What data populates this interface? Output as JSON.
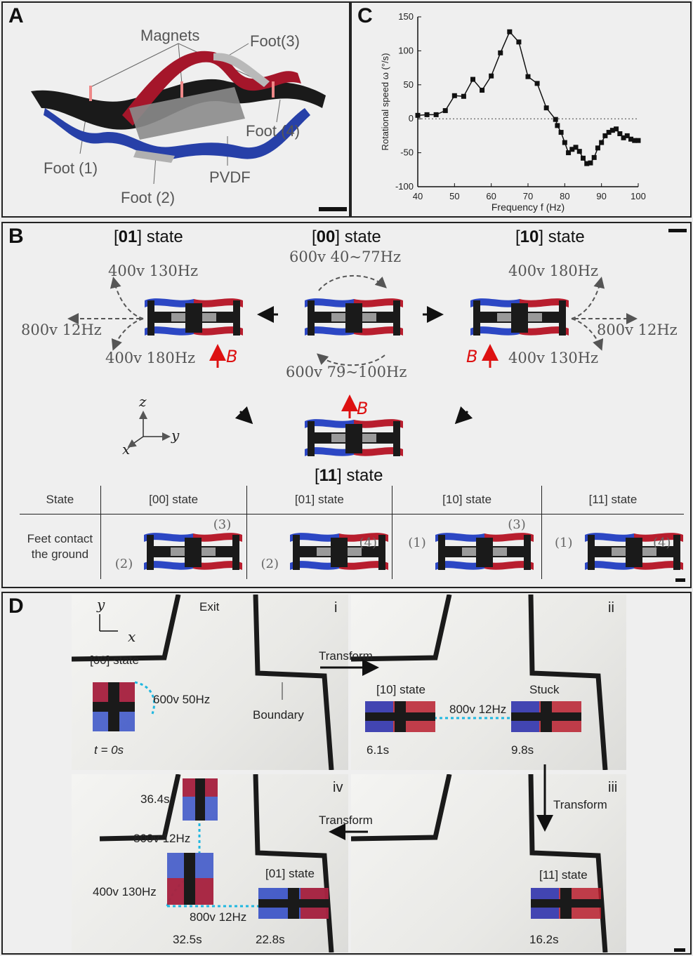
{
  "panel_labels": {
    "a": "A",
    "b": "B",
    "c": "C",
    "d": "D"
  },
  "panel_a": {
    "magnets": "Magnets",
    "foot3": "Foot(3)",
    "foot4": "Foot (4)",
    "foot1": "Foot (1)",
    "foot2": "Foot (2)",
    "pvdf": "PVDF"
  },
  "panel_b": {
    "state01_num": "01",
    "state00_num": "00",
    "state10_num": "10",
    "state11_num": "11",
    "state_word": "state",
    "s00_top": "600v 40~77Hz",
    "s00_bottom": "600v 79~100Hz",
    "s01_up": "400v 130Hz",
    "s01_left": "800v 12Hz",
    "s01_down": "400v 180Hz",
    "s10_up": "400v 180Hz",
    "s10_right": "800v 12Hz",
    "s10_down": "400v 130Hz",
    "field": "B",
    "axis_z": "z",
    "axis_y": "y",
    "axis_x": "x",
    "table": {
      "headers": [
        "State",
        "[00] state",
        "[01] state",
        "[10] state",
        "[11] state"
      ],
      "row_label_1": "Feet contact",
      "row_label_2": "the ground",
      "contacts": [
        {
          "left": "(2)",
          "right": "(3)"
        },
        {
          "left": "(2)",
          "right": "(4)"
        },
        {
          "left": "(1)",
          "right": "(3)"
        },
        {
          "left": "(1)",
          "right": "(4)"
        }
      ]
    }
  },
  "panel_c": {
    "xlabel": "Frequency f (Hz)",
    "ylabel": "Rotational speed ω (°/s)",
    "xticks": [
      "40",
      "50",
      "60",
      "70",
      "80",
      "90",
      "100"
    ],
    "yticks": [
      "150",
      "100",
      "50",
      "0",
      "-50",
      "-100"
    ]
  },
  "chart_data": {
    "type": "line",
    "xlabel": "Frequency f (Hz)",
    "ylabel": "Rotational speed ω (°/s)",
    "xlim": [
      40,
      100
    ],
    "ylim": [
      -100,
      150
    ],
    "x": [
      40,
      42.5,
      45,
      47.5,
      50,
      52.5,
      55,
      57.5,
      60,
      62.5,
      65,
      67.5,
      70,
      72.5,
      75,
      77.5,
      78,
      79,
      80,
      81,
      82,
      83,
      84,
      85,
      86,
      87,
      88,
      89,
      90,
      91,
      92,
      93,
      94,
      95,
      96,
      97,
      98,
      99,
      100
    ],
    "series": [
      {
        "values": [
          5,
          6,
          6,
          12,
          34,
          33,
          58,
          42,
          63,
          97,
          128,
          113,
          62,
          52,
          16,
          -1,
          -10,
          -20,
          -35,
          -50,
          -45,
          -42,
          -48,
          -58,
          -66,
          -65,
          -57,
          -43,
          -35,
          -25,
          -20,
          -17,
          -15,
          -22,
          -28,
          -25,
          -30,
          -32,
          -32
        ]
      }
    ],
    "reference_line": 0,
    "grid": false
  },
  "panel_d": {
    "exit": "Exit",
    "boundary": "Boundary",
    "transform": "Transform",
    "state00": "[00] state",
    "state10": "[10] state",
    "state01": "[01] state",
    "state11": "[11] state",
    "stuck": "Stuck",
    "cmd_600_50": "600v 50Hz",
    "cmd_800_12": "800v 12Hz",
    "cmd_400_130": "400v 130Hz",
    "t0_prefix": "t = 0s",
    "times": [
      "6.1s",
      "9.8s",
      "16.2s",
      "22.8s",
      "32.5s",
      "36.4s"
    ],
    "roman": [
      "i",
      "ii",
      "iii",
      "iv"
    ],
    "axis_y": "y",
    "axis_x": "x"
  }
}
